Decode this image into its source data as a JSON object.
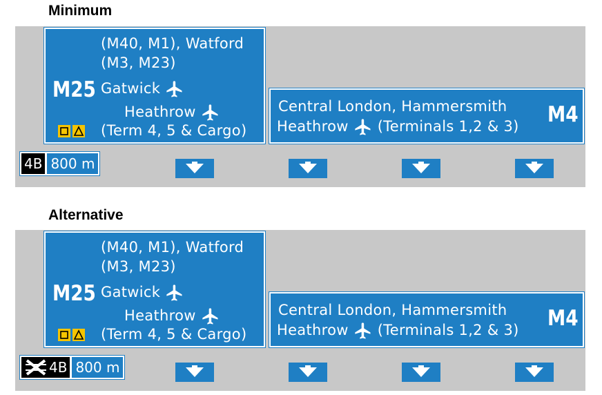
{
  "sections": [
    {
      "title": "Minimum",
      "left_sign": {
        "route": "M25",
        "line1": "(M40, M1), Watford",
        "line2": "(M3, M23)",
        "line3": "Gatwick",
        "line4": "Heathrow",
        "line5": "(Term 4, 5 & Cargo)"
      },
      "right_sign": {
        "route": "M4",
        "line1": "Central London, Hammersmith",
        "line2_a": "Heathrow",
        "line2_b": "(Terminals 1,2 & 3)"
      },
      "junction": "4B",
      "distance": "800 m",
      "junction_crossed": false,
      "lane_arrow_count": 4
    },
    {
      "title": "Alternative",
      "left_sign": {
        "route": "M25",
        "line1": "(M40, M1), Watford",
        "line2": "(M3, M23)",
        "line3": "Gatwick",
        "line4": "Heathrow",
        "line5": "(Term 4, 5 & Cargo)"
      },
      "right_sign": {
        "route": "M4",
        "line1": "Central London, Hammersmith",
        "line2_a": "Heathrow",
        "line2_b": "(Terminals 1,2 & 3)"
      },
      "junction": "4B",
      "distance": "800 m",
      "junction_crossed": true,
      "lane_arrow_count": 4
    }
  ],
  "colors": {
    "sign_blue": "#1f7fc4",
    "gantry_grey": "#c8c8c8",
    "symbol_yellow": "#f5c400"
  },
  "icons": [
    "airport-plane-icon",
    "square-symbol-icon",
    "triangle-symbol-icon",
    "down-arrow-icon",
    "crossed-junction-icon"
  ]
}
